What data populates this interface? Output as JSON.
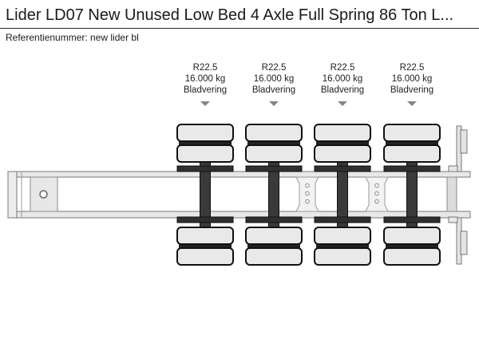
{
  "header": {
    "title": "Lider LD07 New Unused Low Bed 4 Axle Full Spring 86 Ton L...",
    "reference": "Referentienummer: new lider bl"
  },
  "axles": [
    {
      "tyre_size": "R22.5",
      "weight": "16.000 kg",
      "suspension": "Bladvering"
    },
    {
      "tyre_size": "R22.5",
      "weight": "16.000 kg",
      "suspension": "Bladvering"
    },
    {
      "tyre_size": "R22.5",
      "weight": "16.000 kg",
      "suspension": "Bladvering"
    },
    {
      "tyre_size": "R22.5",
      "weight": "16.000 kg",
      "suspension": "Bladvering"
    }
  ],
  "colors": {
    "background": "#ffffff",
    "text": "#1a1a1a",
    "pointer_arrow": "#868686",
    "tire_fill": "#e9e9e9",
    "tire_stroke": "#111111",
    "axle_dark": "#3a3a3a",
    "frame_fill": "#e8e8e8",
    "frame_stroke": "#777777"
  }
}
